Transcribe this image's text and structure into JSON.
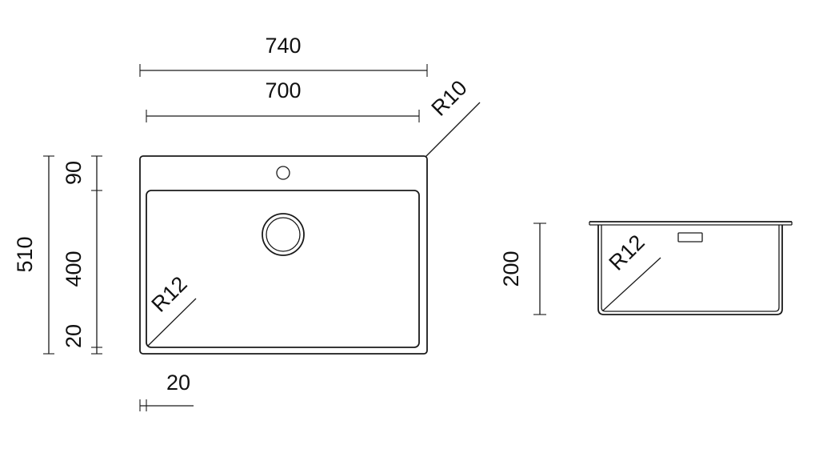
{
  "top_view": {
    "overall_width": "740",
    "bowl_width": "700",
    "corner_radius_outer": "R10",
    "bowl_corner_radius": "R12",
    "overall_depth": "510",
    "back_ledge": "90",
    "bowl_depth": "400",
    "front_ledge": "20",
    "side_ledge": "20"
  },
  "section_view": {
    "bowl_height": "200",
    "bowl_corner_radius": "R12"
  }
}
